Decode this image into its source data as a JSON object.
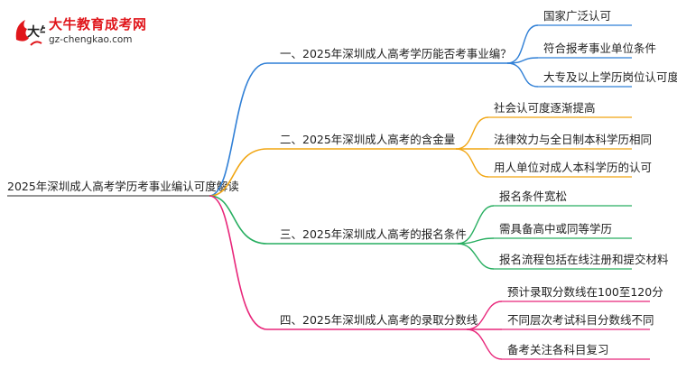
{
  "logo": {
    "name": "大牛教育成考网",
    "domain": "gz-chengkao.com",
    "mark_text": "大牛"
  },
  "root": "2025年深圳成人高考学历考事业编认可度解读",
  "branches": [
    {
      "label": "一、2025年深圳成人高考学历能否考事业编？",
      "color": "#2f7fd6",
      "children": [
        "国家广泛认可",
        "符合报考事业单位条件",
        "大专及以上学历岗位认可度高"
      ]
    },
    {
      "label": "二、2025年深圳成人高考的含金量",
      "color": "#f1a511",
      "children": [
        "社会认可度逐渐提高",
        "法律效力与全日制本科学历相同",
        "用人单位对成人本科学历的认可"
      ]
    },
    {
      "label": "三、2025年深圳成人高考的报名条件",
      "color": "#27ae60",
      "children": [
        "报名条件宽松",
        "需具备高中或同等学历",
        "报名流程包括在线注册和提交材料"
      ]
    },
    {
      "label": "四、2025年深圳成人高考的录取分数线",
      "color": "#e8267a",
      "children": [
        "预计录取分数线在100至120分",
        "不同层次考试科目分数线不同",
        "备考关注各科目复习"
      ]
    }
  ]
}
